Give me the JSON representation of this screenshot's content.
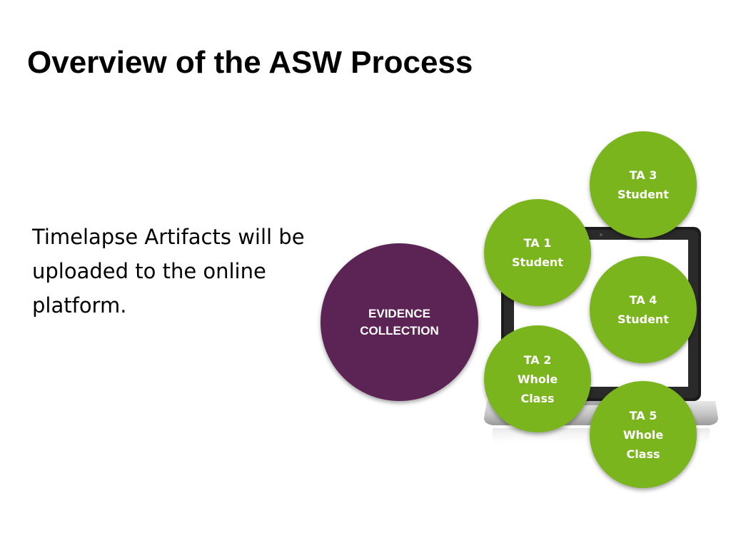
{
  "slide": {
    "title": "Overview of the ASW Process",
    "body_text": "Timelapse Artifacts will be uploaded to the online platform."
  },
  "diagram": {
    "center_node": {
      "label": "EVIDENCE\nCOLLECTION",
      "color": "#5b2455"
    },
    "node_color": "#7ab51d",
    "nodes": [
      {
        "id": "ta1",
        "label": "TA 1\nStudent"
      },
      {
        "id": "ta2",
        "label": "TA 2\nWhole\nClass"
      },
      {
        "id": "ta3",
        "label": "TA 3\nStudent"
      },
      {
        "id": "ta4",
        "label": "TA 4\nStudent"
      },
      {
        "id": "ta5",
        "label": "TA 5\nWhole\nClass"
      }
    ],
    "background_image": "laptop-icon"
  }
}
